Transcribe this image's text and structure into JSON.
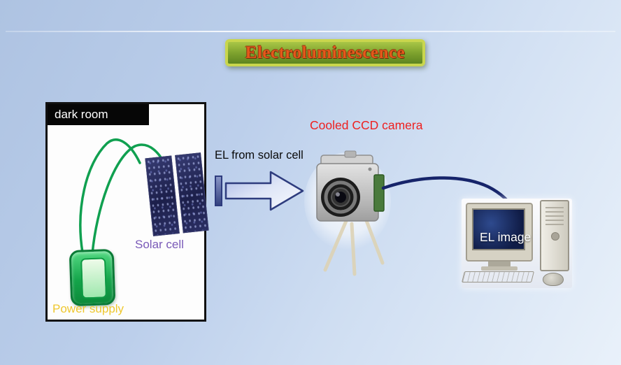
{
  "slide": {
    "title": "Electroluminescence"
  },
  "dark_room": {
    "header": "dark room",
    "solar_cell_label": "Solar cell",
    "power_supply_label": "Power supply"
  },
  "beam": {
    "label": "EL from solar cell"
  },
  "camera": {
    "label": "Cooled CCD camera"
  },
  "computer": {
    "screen_label": "EL image"
  },
  "colors": {
    "title_text": "#e4581a",
    "title_border": "#c9d64d",
    "title_fill": "#7fa32e",
    "camera_label": "#ee2020",
    "solar_cell_label": "#7a5ab8",
    "power_supply_label": "#eec72e",
    "wire_green": "#10a050",
    "cable_navy": "#16246a",
    "arrow_outline": "#2e3c7e",
    "background_top": "#aec3e2",
    "background_bottom": "#e9f1fa"
  }
}
